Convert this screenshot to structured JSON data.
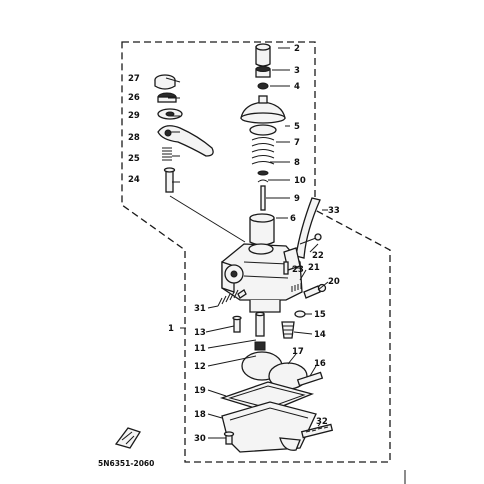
{
  "diagram": {
    "part_code": "5N6351-2060",
    "callouts": [
      "1",
      "2",
      "3",
      "4",
      "5",
      "6",
      "7",
      "8",
      "9",
      "10",
      "11",
      "12",
      "13",
      "14",
      "15",
      "16",
      "17",
      "18",
      "19",
      "20",
      "21",
      "22",
      "23",
      "24",
      "25",
      "26",
      "27",
      "28",
      "29",
      "30",
      "31",
      "32",
      "33"
    ]
  }
}
